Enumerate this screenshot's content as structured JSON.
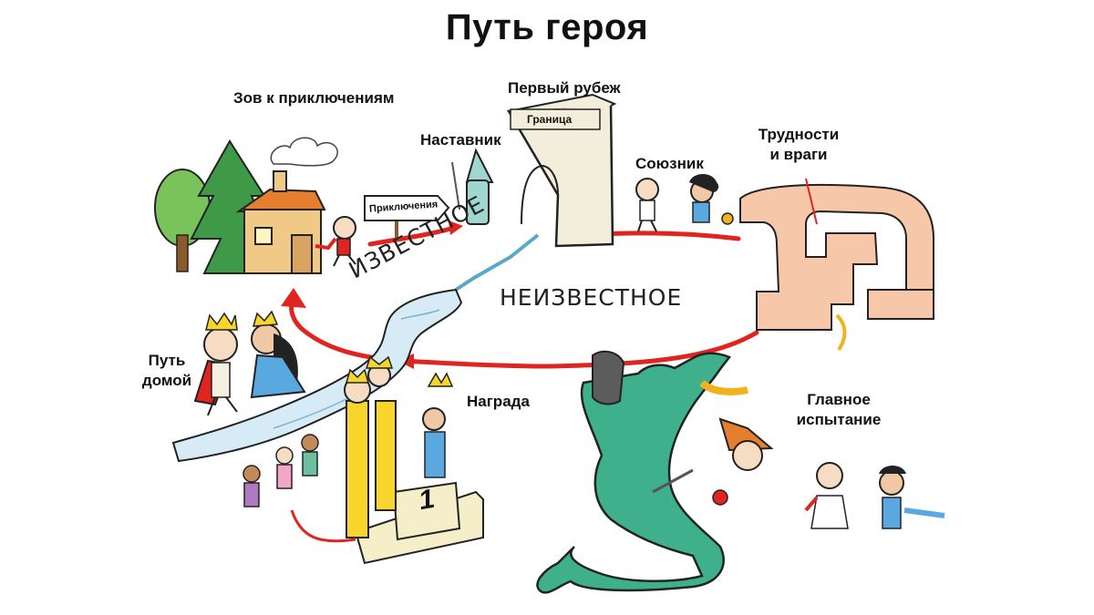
{
  "title": "Путь героя",
  "zones": {
    "known": "ИЗВЕСТНОЕ",
    "unknown": "НЕИЗВЕСТНОЕ"
  },
  "stages": {
    "call": "Зов к приключениям",
    "threshold": "Первый рубеж",
    "mentor": "Наставник",
    "ally": "Союзник",
    "trials_line1": "Трудности",
    "trials_line2": "и враги",
    "ordeal_line1": "Главное",
    "ordeal_line2": "испытание",
    "reward": "Награда",
    "road_back_line1": "Путь",
    "road_back_line2": "домой"
  },
  "signs": {
    "gate": "Граница",
    "adventure": "Приключения",
    "podium": "1"
  },
  "colors": {
    "arrow": "#e0241f",
    "river": "#cfe6f2",
    "dragon": "#3fb08c",
    "maze": "#f6c7a8",
    "arch": "#f3eedb",
    "crown": "#f7d52a",
    "hero_cape": "#e0241f",
    "ally_blue": "#5aa8e0"
  }
}
